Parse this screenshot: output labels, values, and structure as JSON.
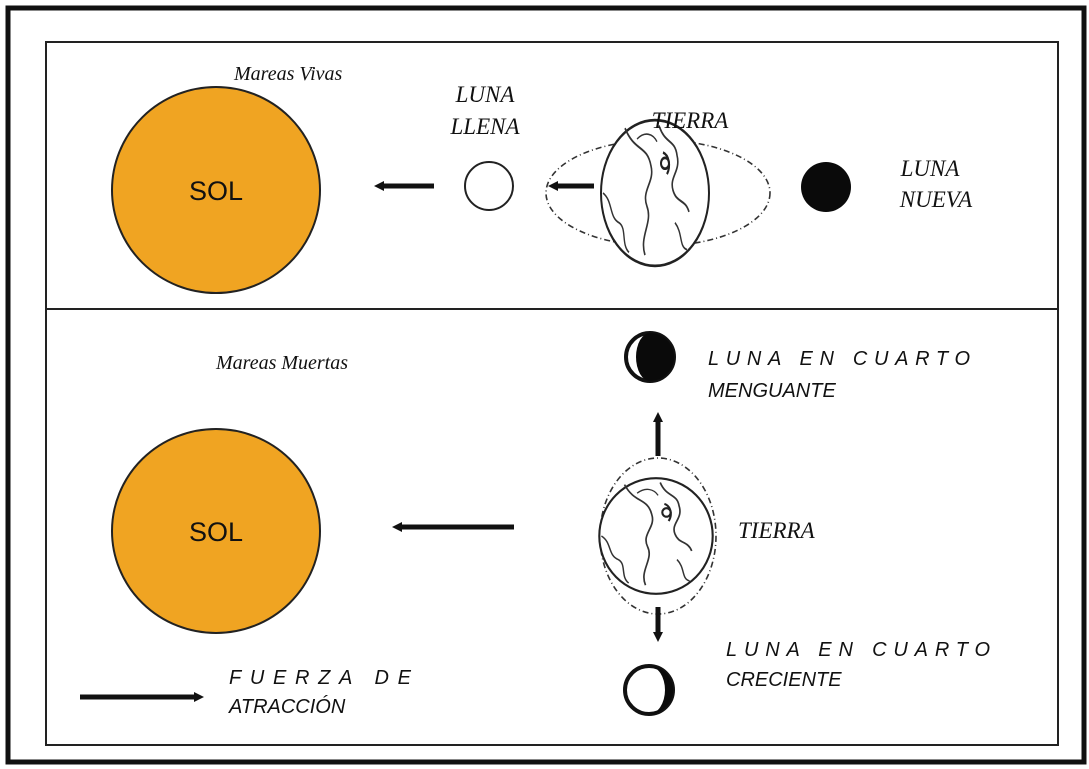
{
  "colors": {
    "sun": "#F0A422",
    "ink": "#111111",
    "paper": "#ffffff"
  },
  "top_panel": {
    "title": "Mareas Vivas",
    "sun_label": "SOL",
    "full_moon_label_line1": "LUNA",
    "full_moon_label_line2": "LLENA",
    "earth_label": "TIERRA",
    "new_moon_label_line1": "LUNA",
    "new_moon_label_line2": "NUEVA"
  },
  "bottom_panel": {
    "title": "Mareas Muertas",
    "sun_label": "SOL",
    "waning_label_line1": "LUNA EN CUARTO",
    "waning_label_line2": "MENGUANTE",
    "earth_label": "TIERRA",
    "waxing_label_line1": "LUNA EN CUARTO",
    "waxing_label_line2": "CRECIENTE"
  },
  "legend": {
    "line1": "FUERZA DE",
    "line2": "ATRACCIÓN"
  },
  "icons": [
    "arrow-left-icon",
    "arrow-up-icon",
    "arrow-down-icon",
    "arrow-right-icon",
    "earth-icon",
    "moon-icon"
  ]
}
